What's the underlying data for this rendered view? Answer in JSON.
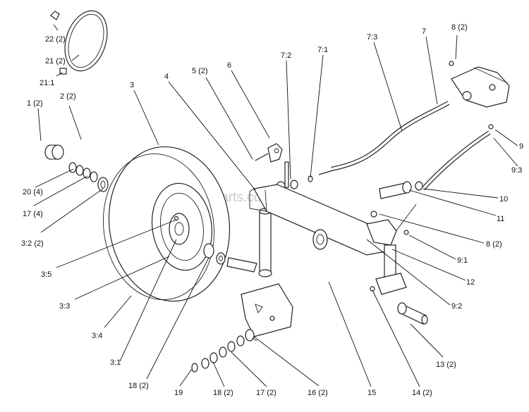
{
  "watermark": "eReplacementParts.com",
  "callouts": [
    {
      "id": "c-22",
      "text": "22 (2)"
    },
    {
      "id": "c-21",
      "text": "21 (2)"
    },
    {
      "id": "c-21-1",
      "text": "21:1"
    },
    {
      "id": "c-1",
      "text": "1 (2)"
    },
    {
      "id": "c-2",
      "text": "2 (2)"
    },
    {
      "id": "c-3",
      "text": "3"
    },
    {
      "id": "c-4",
      "text": "4"
    },
    {
      "id": "c-5",
      "text": "5 (2)"
    },
    {
      "id": "c-6",
      "text": "6"
    },
    {
      "id": "c-7-2",
      "text": "7:2"
    },
    {
      "id": "c-7-1",
      "text": "7:1"
    },
    {
      "id": "c-7-3",
      "text": "7:3"
    },
    {
      "id": "c-7",
      "text": "7"
    },
    {
      "id": "c-8a",
      "text": "8 (2)"
    },
    {
      "id": "c-9",
      "text": "9"
    },
    {
      "id": "c-9-3",
      "text": "9:3"
    },
    {
      "id": "c-10",
      "text": "10"
    },
    {
      "id": "c-11",
      "text": "11"
    },
    {
      "id": "c-8b",
      "text": "8 (2)"
    },
    {
      "id": "c-9-1",
      "text": "9:1"
    },
    {
      "id": "c-12",
      "text": "12"
    },
    {
      "id": "c-9-2",
      "text": "9:2"
    },
    {
      "id": "c-13",
      "text": "13 (2)"
    },
    {
      "id": "c-14",
      "text": "14 (2)"
    },
    {
      "id": "c-15",
      "text": "15"
    },
    {
      "id": "c-16",
      "text": "16 (2)"
    },
    {
      "id": "c-17b",
      "text": "17 (2)"
    },
    {
      "id": "c-18b",
      "text": "18 (2)"
    },
    {
      "id": "c-19",
      "text": "19"
    },
    {
      "id": "c-18a",
      "text": "18 (2)"
    },
    {
      "id": "c-3-1",
      "text": "3:1"
    },
    {
      "id": "c-3-4",
      "text": "3:4"
    },
    {
      "id": "c-3-3",
      "text": "3:3"
    },
    {
      "id": "c-3-5",
      "text": "3:5"
    },
    {
      "id": "c-3-2",
      "text": "3:2 (2)"
    },
    {
      "id": "c-17a",
      "text": "17 (4)"
    },
    {
      "id": "c-20",
      "text": "20 (4)"
    }
  ]
}
